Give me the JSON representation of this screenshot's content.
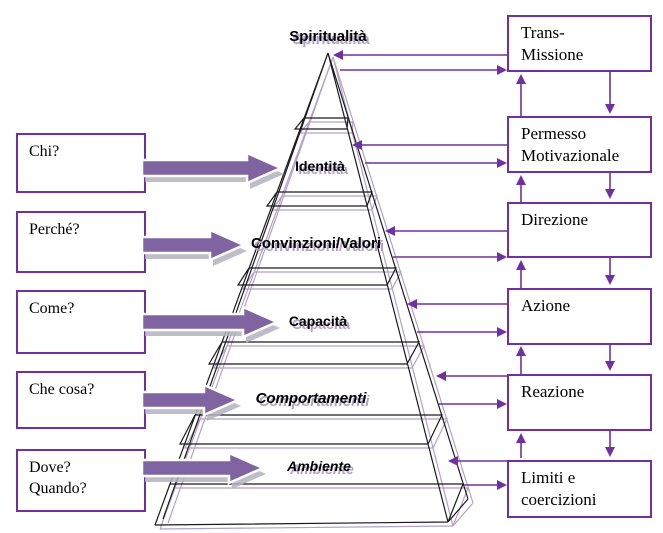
{
  "colors": {
    "accent_purple": "#7030A0",
    "block_arrow_purple": "#8064A2",
    "wireframe_shadow_purple": "#B2A1C7",
    "wireframe_black": "#1a1a1a"
  },
  "question_boxes": [
    {
      "label": "Chi?"
    },
    {
      "label": "Perché?"
    },
    {
      "label": "Come?"
    },
    {
      "label": "Che cosa?"
    },
    {
      "label": "Dove?\nQuando?"
    }
  ],
  "pyramid_levels": [
    {
      "label": "Spiritualità"
    },
    {
      "label": "Identità"
    },
    {
      "label": "Convinzioni/Valori"
    },
    {
      "label": "Capacità"
    },
    {
      "label": "Comportamenti"
    },
    {
      "label": "Ambiente"
    }
  ],
  "process_boxes": [
    {
      "label": "Trans-\nMissione"
    },
    {
      "label": "Permesso\nMotivazionale"
    },
    {
      "label": "Direzione"
    },
    {
      "label": "Azione"
    },
    {
      "label": "Reazione"
    },
    {
      "label": "Limiti e\ncoercizioni"
    }
  ]
}
